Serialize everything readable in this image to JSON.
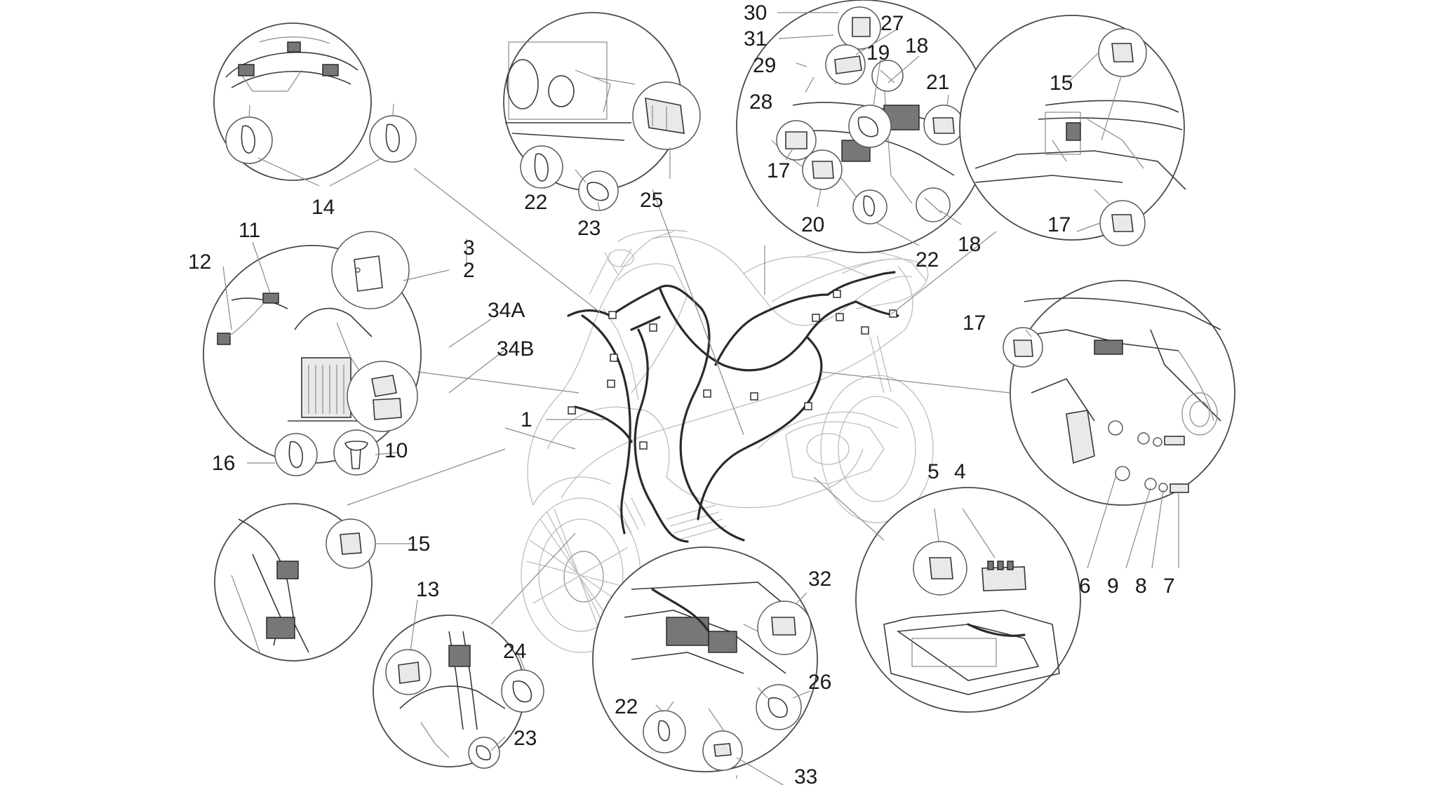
{
  "diagram": {
    "callouts": {
      "c1": "1",
      "c2": "2",
      "c3": "3",
      "c4": "4",
      "c5": "5",
      "c6": "6",
      "c7": "7",
      "c8": "8",
      "c9": "9",
      "c10": "10",
      "c11": "11",
      "c12": "12",
      "c13": "13",
      "c14": "14",
      "c15a": "15",
      "c15b": "15",
      "c16": "16",
      "c17a": "17",
      "c17b": "17",
      "c17c": "17",
      "c18a": "18",
      "c18b": "18",
      "c19": "19",
      "c20": "20",
      "c21": "21",
      "c22a": "22",
      "c22b": "22",
      "c22c": "22",
      "c23a": "23",
      "c23b": "23",
      "c24": "24",
      "c25": "25",
      "c26": "26",
      "c27": "27",
      "c28": "28",
      "c29": "29",
      "c30": "30",
      "c31": "31",
      "c32": "32",
      "c33": "33",
      "c34a": "34A",
      "c34b": "34B"
    }
  }
}
